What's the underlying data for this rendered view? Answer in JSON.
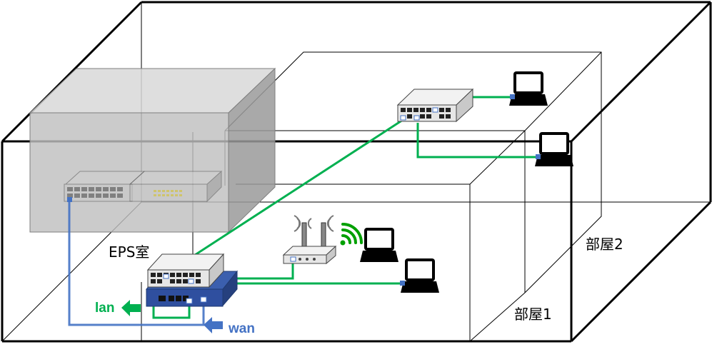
{
  "labels": {
    "eps_room": "EPS室",
    "room1": "部屋1",
    "room2": "部屋2",
    "lan": "lan",
    "wan": "wan"
  },
  "colors": {
    "lan_cable": "#00b050",
    "wan_cable": "#4472c4",
    "router_body": "#2f4f9f",
    "wifi_signal": "#00a000",
    "outline": "#000000"
  },
  "icons": {
    "eps_core_switch": "rack-switch-icon",
    "eps_patch_panel": "patch-panel-icon",
    "floor_switch": "hub-icon",
    "router": "router-icon",
    "room2_switch": "hub-icon",
    "access_point": "wireless-ap-icon",
    "laptops": "laptop-icon"
  }
}
